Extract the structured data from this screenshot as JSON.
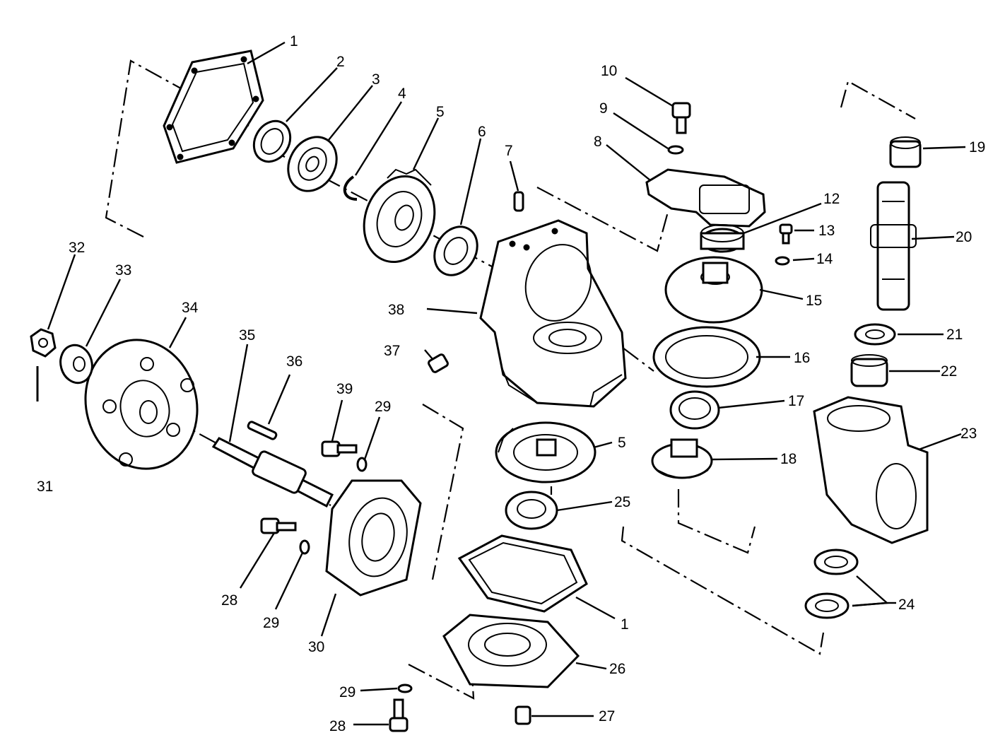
{
  "callouts": [
    {
      "id": "c1a",
      "label": "1"
    },
    {
      "id": "c2",
      "label": "2"
    },
    {
      "id": "c3",
      "label": "3"
    },
    {
      "id": "c4",
      "label": "4"
    },
    {
      "id": "c5a",
      "label": "5"
    },
    {
      "id": "c6",
      "label": "6"
    },
    {
      "id": "c7",
      "label": "7"
    },
    {
      "id": "c8",
      "label": "8"
    },
    {
      "id": "c9",
      "label": "9"
    },
    {
      "id": "c10",
      "label": "10"
    },
    {
      "id": "c12",
      "label": "12"
    },
    {
      "id": "c13",
      "label": "13"
    },
    {
      "id": "c14",
      "label": "14"
    },
    {
      "id": "c15",
      "label": "15"
    },
    {
      "id": "c16",
      "label": "16"
    },
    {
      "id": "c17",
      "label": "17"
    },
    {
      "id": "c18",
      "label": "18"
    },
    {
      "id": "c19",
      "label": "19"
    },
    {
      "id": "c20",
      "label": "20"
    },
    {
      "id": "c21",
      "label": "21"
    },
    {
      "id": "c22",
      "label": "22"
    },
    {
      "id": "c23",
      "label": "23"
    },
    {
      "id": "c24",
      "label": "24"
    },
    {
      "id": "c25",
      "label": "25"
    },
    {
      "id": "c5b",
      "label": "5"
    },
    {
      "id": "c1b",
      "label": "1"
    },
    {
      "id": "c26",
      "label": "26"
    },
    {
      "id": "c27",
      "label": "27"
    },
    {
      "id": "c28a",
      "label": "28"
    },
    {
      "id": "c29a",
      "label": "29"
    },
    {
      "id": "c28b",
      "label": "28"
    },
    {
      "id": "c29b",
      "label": "29"
    },
    {
      "id": "c30",
      "label": "30"
    },
    {
      "id": "c29c",
      "label": "29"
    },
    {
      "id": "c39",
      "label": "39"
    },
    {
      "id": "c36",
      "label": "36"
    },
    {
      "id": "c35",
      "label": "35"
    },
    {
      "id": "c34",
      "label": "34"
    },
    {
      "id": "c33",
      "label": "33"
    },
    {
      "id": "c32",
      "label": "32"
    },
    {
      "id": "c31",
      "label": "31"
    },
    {
      "id": "c37",
      "label": "37"
    },
    {
      "id": "c38",
      "label": "38"
    }
  ]
}
